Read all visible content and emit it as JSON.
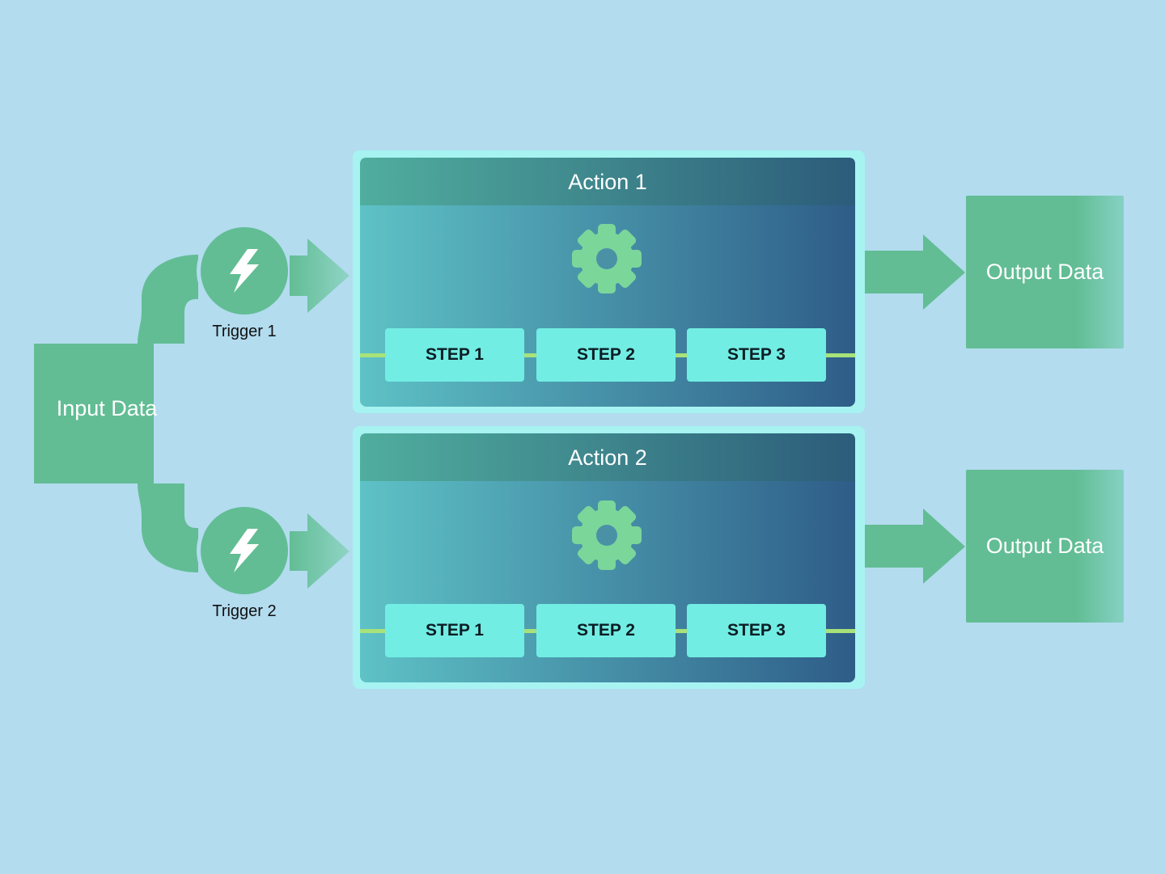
{
  "input": {
    "label": "Input Data"
  },
  "triggers": [
    {
      "label": "Trigger 1",
      "icon": "lightning-bolt-icon"
    },
    {
      "label": "Trigger 2",
      "icon": "lightning-bolt-icon"
    }
  ],
  "actions": [
    {
      "title": "Action 1",
      "icon": "gear-icon",
      "steps": [
        "STEP 1",
        "STEP 2",
        "STEP 3"
      ]
    },
    {
      "title": "Action 2",
      "icon": "gear-icon",
      "steps": [
        "STEP 1",
        "STEP 2",
        "STEP 3"
      ]
    }
  ],
  "outputs": [
    {
      "label": "Output Data"
    },
    {
      "label": "Output Data"
    }
  ],
  "colors": {
    "background": "#b3dcef",
    "flow_green": "#62bd94",
    "step_cyan": "#72ede3",
    "connector_lime": "#a7e27a",
    "panel_left": "#5ec2c6",
    "panel_right": "#2e5d88",
    "gear": "#7bd69a"
  }
}
